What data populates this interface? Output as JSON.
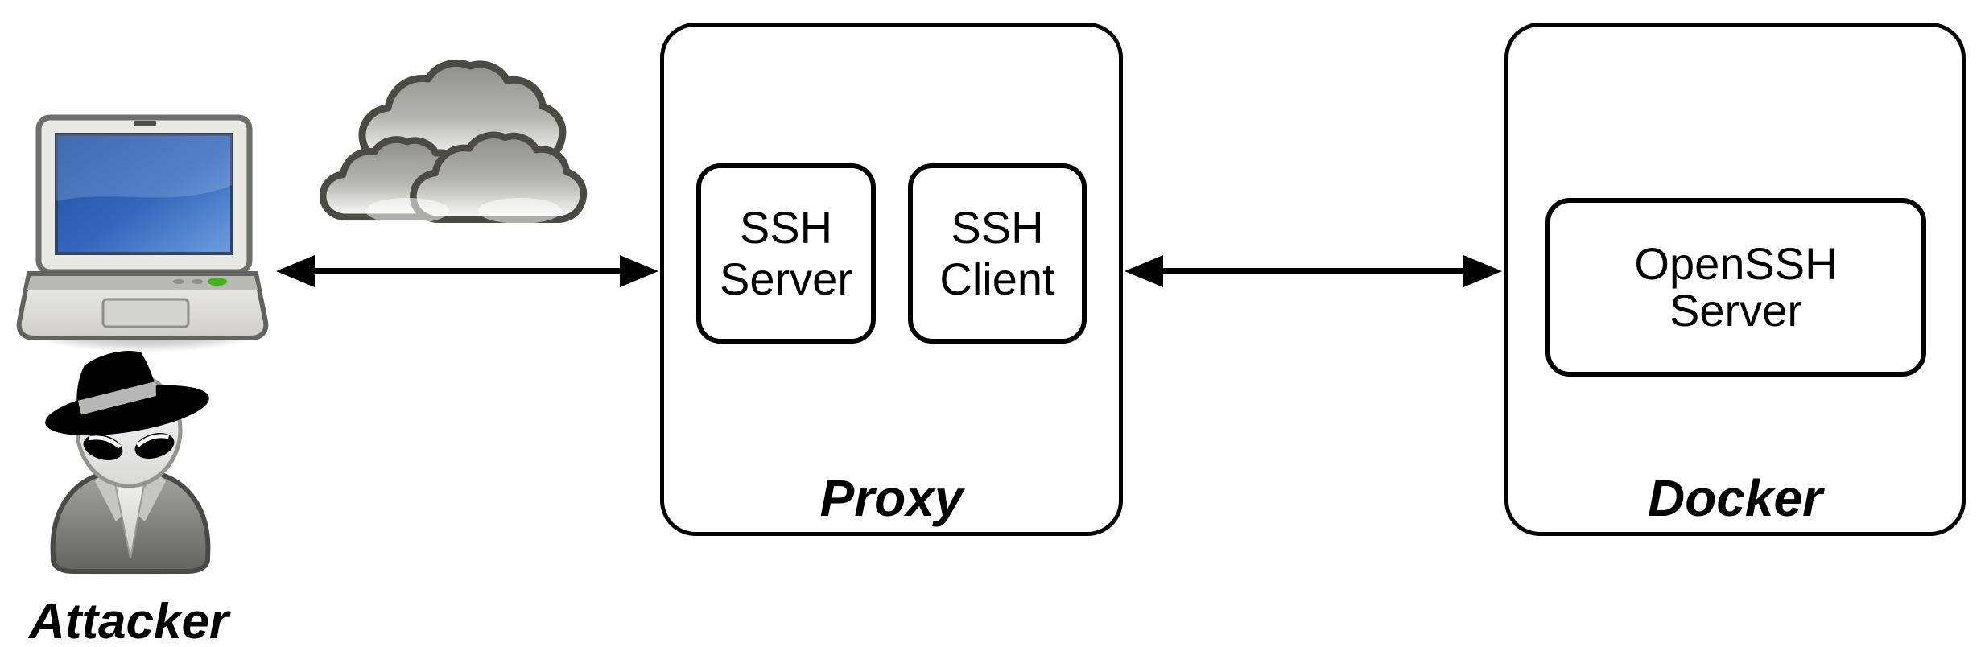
{
  "nodes": {
    "attacker": {
      "label": "Attacker"
    },
    "proxy": {
      "label": "Proxy",
      "components": {
        "ssh_server": {
          "line1": "SSH",
          "line2": "Server"
        },
        "ssh_client": {
          "line1": "SSH",
          "line2": "Client"
        }
      }
    },
    "docker": {
      "label": "Docker",
      "components": {
        "openssh_server": {
          "line1": "OpenSSH",
          "line2": "Server"
        }
      }
    }
  },
  "connections": [
    {
      "from": "attacker",
      "to": "proxy",
      "style": "double-headed-arrow"
    },
    {
      "from": "proxy",
      "to": "docker",
      "style": "double-headed-arrow"
    }
  ],
  "icons": {
    "laptop": "laptop-icon",
    "cloud": "cloud-icon",
    "spy": "spy-icon"
  },
  "colors": {
    "line": "#000000",
    "box_fill": "#ffffff",
    "screen_blue_dark": "#1d4fa0",
    "screen_blue_light": "#6f9ede",
    "cloud_outline": "#4b4b43",
    "cloud_fill_dark": "#9b9b95",
    "cloud_fill_light": "#fbfbfa",
    "led_green": "#3eb515"
  }
}
